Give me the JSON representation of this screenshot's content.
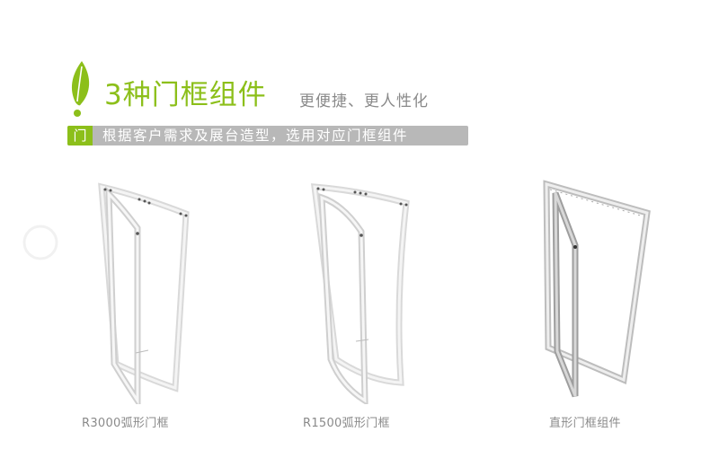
{
  "header": {
    "logo_icon": "leaf-exclamation-icon",
    "title": "3种门框组件",
    "subtitle": "更便捷、更人性化"
  },
  "banner": {
    "badge": "门",
    "text": "根据客户需求及展台造型，选用对应门框组件"
  },
  "products": [
    {
      "caption": "R3000弧形门框",
      "image": "curved-door-frame-r3000"
    },
    {
      "caption": "R1500弧形门框",
      "image": "curved-door-frame-r1500"
    },
    {
      "caption": "直形门框组件",
      "image": "straight-door-frame"
    }
  ],
  "colors": {
    "accent_green": "#8cbf1a",
    "banner_gray": "#b8b8b8",
    "text_gray": "#8a8a8a",
    "background": "#ffffff"
  }
}
